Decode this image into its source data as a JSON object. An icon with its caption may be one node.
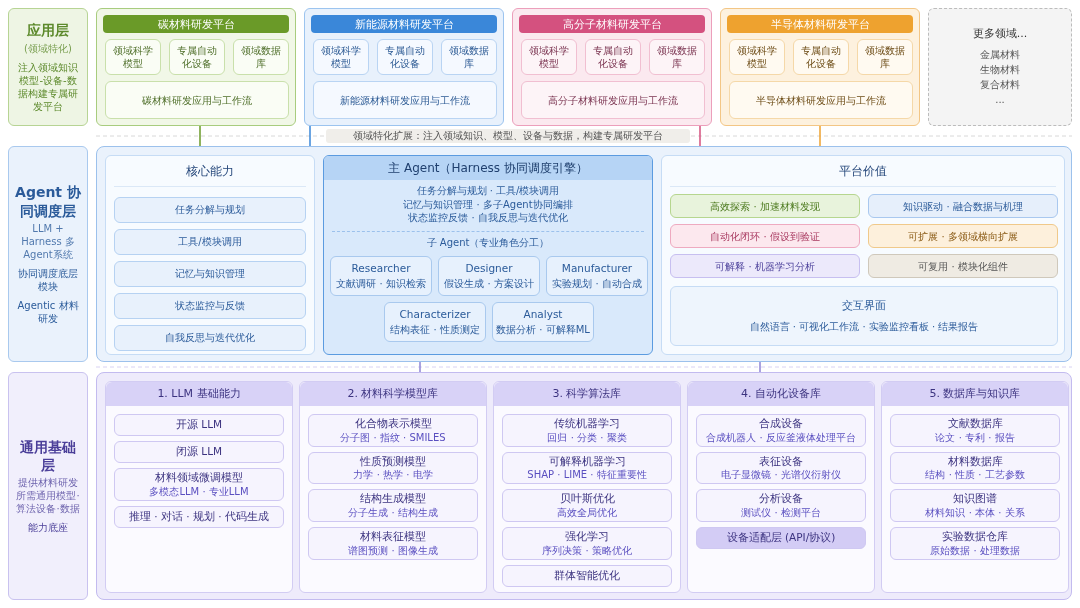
{
  "diagram": {
    "nodes": [
      {
        "text": [
          "应用层",
          "(领域特化)",
          "注入领域知识模型-设备-数据构建专属研发平台"
        ]
      },
      {
        "text": [
          "碳材料研发平台"
        ]
      },
      {
        "text": [
          "领域科学模型"
        ],
        "in": 1
      },
      {
        "text": [
          "专属自动化设备"
        ],
        "in": 1
      },
      {
        "text": [
          "领域数据库"
        ],
        "in": 1
      },
      {
        "text": [
          "碳材料研发应用与工作流"
        ],
        "in": 1
      },
      {
        "text": [
          "新能源材料研发平台"
        ]
      },
      {
        "text": [
          "领域科学模型"
        ],
        "in": 6
      },
      {
        "text": [
          "专属自动化设备"
        ],
        "in": 6
      },
      {
        "text": [
          "领域数据库"
        ],
        "in": 6
      },
      {
        "text": [
          "新能源材料研发应用与工作流"
        ],
        "in": 6
      },
      {
        "text": [
          "高分子材料研发平台"
        ]
      },
      {
        "text": [
          "领域科学模型"
        ],
        "in": 11
      },
      {
        "text": [
          "专属自动化设备"
        ],
        "in": 11
      },
      {
        "text": [
          "领域数据库"
        ],
        "in": 11
      },
      {
        "text": [
          "高分子材料研发应用与工作流"
        ],
        "in": 11
      },
      {
        "text": [
          "半导体材料研发平台"
        ]
      },
      {
        "text": [
          "领域科学模型"
        ],
        "in": 16
      },
      {
        "text": [
          "专属自动化设备"
        ],
        "in": 16
      },
      {
        "text": [
          "领域数据库"
        ],
        "in": 16
      },
      {
        "text": [
          "半导体材料研发应用与工作流"
        ],
        "in": 16
      },
      {
        "text": [
          "更多领域...",
          "金属材料",
          "生物材料",
          "复合材料",
          "..."
        ]
      },
      {
        "text": [
          "Agent 协同调度层",
          "LLM + Harness 多Agent系统",
          "协同调度底层模块",
          "Agentic 材料研发"
        ]
      },
      {
        "text": [],
        "shape": "box"
      },
      {
        "text": [
          "核心能力"
        ],
        "in": 23
      },
      {
        "text": [
          "任务分解与规划"
        ],
        "in": 24
      },
      {
        "text": [
          "工具/模块调用"
        ],
        "in": 24
      },
      {
        "text": [
          "记忆与知识管理"
        ],
        "in": 24
      },
      {
        "text": [
          "状态监控与反馈"
        ],
        "in": 24
      },
      {
        "text": [
          "自我反思与迭代优化"
        ],
        "in": 24
      },
      {
        "text": [
          "主 Agent（Harness 协同调度引擎）",
          "任务分解与规划 · 工具/模块调用",
          "记忆与知识管理 · 多子Agent协同编排",
          "状态监控反馈 · 自我反思与迭代优化",
          "子 Agent（专业角色分工）"
        ],
        "in": 23
      },
      {
        "text": [
          "Researcher",
          "文献调研 · 知识检索"
        ],
        "in": 30
      },
      {
        "text": [
          "Designer",
          "假设生成 · 方案设计"
        ],
        "in": 30
      },
      {
        "text": [
          "Manufacturer",
          "实验规划 · 自动合成"
        ],
        "in": 30
      },
      {
        "text": [
          "Characterizer",
          "结构表征 · 性质测定"
        ],
        "in": 30
      },
      {
        "text": [
          "Analyst",
          "数据分析 · 可解释ML"
        ],
        "in": 30
      },
      {
        "text": [
          "平台价值"
        ],
        "in": 23
      },
      {
        "text": [
          "高效探索 · 加速材料发现"
        ],
        "in": 36
      },
      {
        "text": [
          "知识驱动 · 融合数据与机理"
        ],
        "in": 36
      },
      {
        "text": [
          "自动化闭环 · 假设到验证"
        ],
        "in": 36
      },
      {
        "text": [
          "可扩展 · 多领域横向扩展"
        ],
        "in": 36
      },
      {
        "text": [
          "可解释 · 机器学习分析"
        ],
        "in": 36
      },
      {
        "text": [
          "可复用 · 模块化组件"
        ],
        "in": 36
      },
      {
        "text": [
          "交互界面",
          "自然语言 · 可视化工作流 · 实验监控看板 · 结果报告"
        ],
        "in": 36
      },
      {
        "text": [
          "通用基础层",
          "提供材料研发所需通用模型·算法设备·数据",
          "能力底座"
        ]
      },
      {
        "text": [],
        "shape": "box"
      },
      {
        "text": [
          "1. LLM 基础能力"
        ],
        "in": 45
      },
      {
        "text": [
          "开源 LLM"
        ],
        "in": 46
      },
      {
        "text": [
          "闭源 LLM"
        ],
        "in": 46
      },
      {
        "text": [
          "材料领域微调模型",
          "多模态LLM · 专业LLM"
        ],
        "in": 46
      },
      {
        "text": [
          "推理 · 对话 · 规划 · 代码生成"
        ],
        "in": 46
      },
      {
        "text": [
          "2. 材料科学模型库"
        ],
        "in": 45
      },
      {
        "text": [
          "化合物表示模型",
          "分子图 · 指纹 · SMILES"
        ],
        "in": 51
      },
      {
        "text": [
          "性质预测模型",
          "力学 · 热学 · 电学"
        ],
        "in": 51
      },
      {
        "text": [
          "结构生成模型",
          "分子生成 · 结构生成"
        ],
        "in": 51
      },
      {
        "text": [
          "材料表征模型",
          "谱图预测 · 图像生成"
        ],
        "in": 51
      },
      {
        "text": [
          "3. 科学算法库"
        ],
        "in": 45
      },
      {
        "text": [
          "传统机器学习",
          "回归 · 分类 · 聚类"
        ],
        "in": 56
      },
      {
        "text": [
          "可解释机器学习",
          "SHAP · LIME · 特征重要性"
        ],
        "in": 56
      },
      {
        "text": [
          "贝叶斯优化",
          "高效全局优化"
        ],
        "in": 56
      },
      {
        "text": [
          "强化学习",
          "序列决策 · 策略优化"
        ],
        "in": 56
      },
      {
        "text": [
          "群体智能优化"
        ],
        "in": 56
      },
      {
        "text": [
          "4. 自动化设备库"
        ],
        "in": 45
      },
      {
        "text": [
          "合成设备",
          "合成机器人 · 反应釜液体处理平台"
        ],
        "in": 62
      },
      {
        "text": [
          "表征设备",
          "电子显微镜 · 光谱仪衍射仪"
        ],
        "in": 62
      },
      {
        "text": [
          "分析设备",
          "测试仪 · 检测平台"
        ],
        "in": 62
      },
      {
        "text": [
          "设备适配层 (API/协议)"
        ],
        "in": 62
      },
      {
        "text": [
          "5. 数据库与知识库"
        ],
        "in": 45
      },
      {
        "text": [
          "文献数据库",
          "论文 · 专利 · 报告"
        ],
        "in": 67
      },
      {
        "text": [
          "材料数据库",
          "结构 · 性质 · 工艺参数"
        ],
        "in": 67
      },
      {
        "text": [
          "知识图谱",
          "材料知识 · 本体 · 关系"
        ],
        "in": 67
      },
      {
        "text": [
          "实验数据仓库",
          "原始数据 · 处理数据"
        ],
        "in": 67
      }
    ],
    "edges": [
      {
        "from": 1,
        "to": 23,
        "arrow": "none",
        "color": "#6a9a28"
      },
      {
        "from": 6,
        "to": 23,
        "arrow": "none",
        "color": "#3a87d9"
      },
      {
        "from": 11,
        "to": 23,
        "arrow": "none",
        "color": "#d4517f"
      },
      {
        "from": 16,
        "to": 23,
        "arrow": "none",
        "color": "#eea22f"
      },
      {
        "from": 23,
        "to": 45,
        "arrow": "none",
        "color": "#8f84d6"
      },
      {
        "from": 23,
        "to": 45,
        "arrow": "none",
        "color": "#8f84d6"
      }
    ],
    "labels": [
      "领域特化扩展：注入领域知识、模型、设备与数据，构建专属研发平台"
    ]
  }
}
